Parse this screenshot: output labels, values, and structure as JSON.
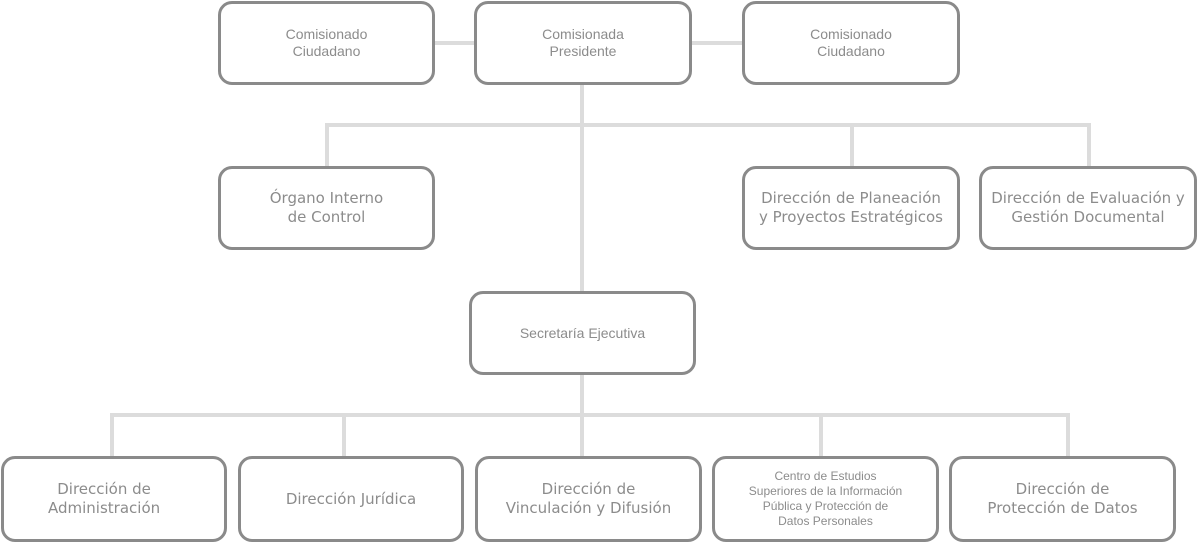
{
  "org_chart": {
    "boxes": {
      "commissioner_left": "Comisionado\nCiudadano",
      "commissioner_president": "Comisionada\nPresidente",
      "commissioner_right": "Comisionado\nCiudadano",
      "internal_control": "Órgano Interno\nde Control",
      "planning": "Dirección de Planeación\ny Proyectos Estratégicos",
      "evaluation": "Dirección de Evaluación y\nGestión Documental",
      "executive_secretariat": "Secretaría Ejecutiva",
      "administration": "Dirección de\nAdministración",
      "legal": "Dirección Jurídica",
      "outreach": "Dirección de\nVinculación y Difusión",
      "studies_center": "Centro de Estudios\nSuperiores de la Información\nPública y Protección de\nDatos Personales",
      "data_protection": "Dirección de\nProtección de Datos"
    },
    "colors": {
      "connector": "#dcdcdc",
      "box_border": "#8a8a8a",
      "text": "#8c8c8c"
    }
  }
}
